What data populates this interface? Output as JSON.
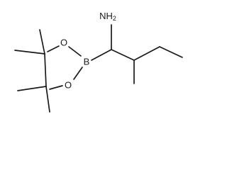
{
  "molecule": {
    "atoms": {
      "boron": "B",
      "oxygen_upper": "O",
      "oxygen_lower": "O",
      "amine": "NH",
      "amine_subscript": "2"
    }
  }
}
